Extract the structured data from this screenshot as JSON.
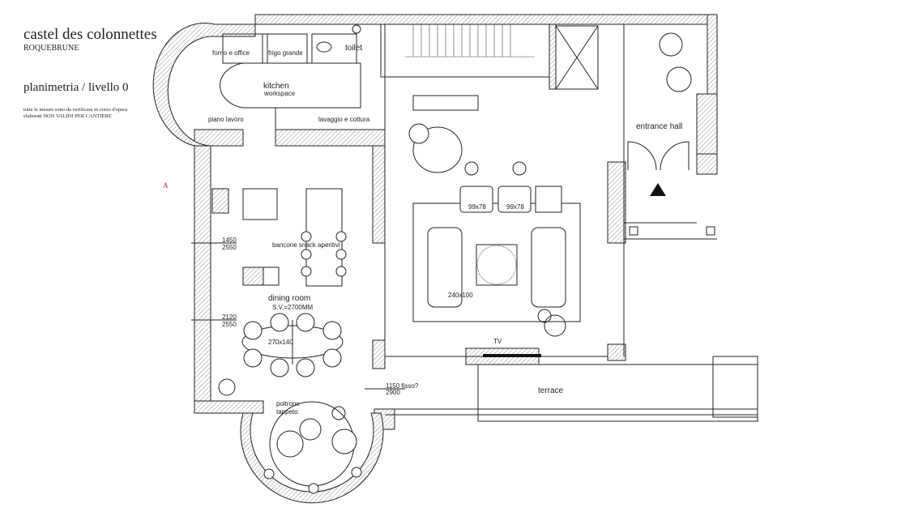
{
  "title": {
    "project": "castel des colonnettes",
    "location": "ROQUEBRUNE",
    "sheet": "planimetria / livello 0",
    "note_line1": "tutte le misure sono da verificare in corso d'opera",
    "note_line2": "elaborati NON VALIDI PER CANTIERE"
  },
  "section_marker": "A",
  "rooms": {
    "forno": "forno e office",
    "frigo": "frigo grande",
    "toilet": "toilet",
    "kitchen": "kitchen",
    "kitchen_sub": "workspace",
    "piano": "piano lavoro",
    "lavaggio": "lavaggio e cottura",
    "bancone": "bancone snack aperitivi",
    "dining": "dining room",
    "dining_sv": "S.V.=2700MM",
    "table": "270x140",
    "poltrone": "poltrone",
    "tappeto": "tappeto",
    "entrance": "entrance hall",
    "terrace": "terrace",
    "tv": "TV",
    "armchair1": "99x78",
    "armchair2": "99x78",
    "sofa": "240x100"
  },
  "dimensions": {
    "d1_top": "1450",
    "d1_bottom": "2550",
    "d2_top": "2120",
    "d2_bottom": "2550",
    "d3_top": "1150 fisso?",
    "d3_bottom": "2900"
  }
}
